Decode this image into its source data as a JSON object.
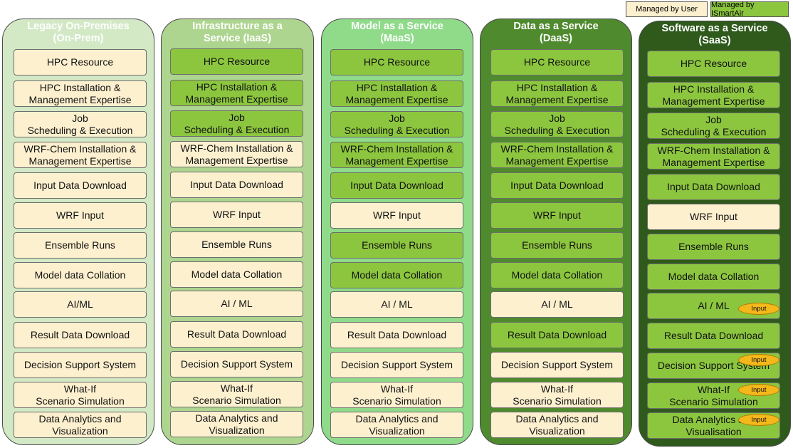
{
  "legend": [
    {
      "label": "Managed by User",
      "color": "#fdf0cf"
    },
    {
      "label": "Managed by ISmartAir",
      "color": "#8cc63f"
    }
  ],
  "columns": [
    {
      "title": "Legacy On-Premises\n(On-Prem)",
      "bg": "#d3e9c6",
      "title_color": "#ffffff",
      "cells": [
        {
          "label": "HPC Resource",
          "owner": "user"
        },
        {
          "label": "HPC Installation &\nManagement Expertise",
          "owner": "user"
        },
        {
          "label": "Job\nScheduling & Execution",
          "owner": "user"
        },
        {
          "label": "WRF-Chem Installation &\nManagement Expertise",
          "owner": "user"
        },
        {
          "label": "Input Data Download",
          "owner": "user"
        },
        {
          "label": "WRF Input",
          "owner": "user"
        },
        {
          "label": "Ensemble Runs",
          "owner": "user"
        },
        {
          "label": "Model data Collation",
          "owner": "user"
        },
        {
          "label": "AI/ML",
          "owner": "user"
        },
        {
          "label": "Result Data Download",
          "owner": "user"
        },
        {
          "label": "Decision Support System",
          "owner": "user"
        },
        {
          "label": "What-If\nScenario Simulation",
          "owner": "user"
        },
        {
          "label": "Data Analytics and\nVisualization",
          "owner": "user"
        }
      ]
    },
    {
      "title": "Infrastructure as a\nService (IaaS)",
      "bg": "#add58f",
      "title_color": "#ffffff",
      "cells": [
        {
          "label": "HPC Resource",
          "owner": "ismartair"
        },
        {
          "label": "HPC Installation &\nManagement Expertise",
          "owner": "ismartair"
        },
        {
          "label": "Job\nScheduling & Execution",
          "owner": "ismartair"
        },
        {
          "label": "WRF-Chem Installation &\nManagement Expertise",
          "owner": "user"
        },
        {
          "label": "Input Data Download",
          "owner": "user"
        },
        {
          "label": "WRF Input",
          "owner": "user"
        },
        {
          "label": "Ensemble Runs",
          "owner": "user"
        },
        {
          "label": "Model data Collation",
          "owner": "user"
        },
        {
          "label": "AI / ML",
          "owner": "user"
        },
        {
          "label": "Result Data Download",
          "owner": "user"
        },
        {
          "label": "Decision Support System",
          "owner": "user"
        },
        {
          "label": "What-If\nScenario Simulation",
          "owner": "user"
        },
        {
          "label": "Data Analytics and\nVisualization",
          "owner": "user"
        }
      ]
    },
    {
      "title": "Model as a Service\n(MaaS)",
      "bg": "#8fdb8a",
      "title_color": "#ffffff",
      "cells": [
        {
          "label": "HPC Resource",
          "owner": "ismartair"
        },
        {
          "label": "HPC Installation &\nManagement Expertise",
          "owner": "ismartair"
        },
        {
          "label": "Job\nScheduling & Execution",
          "owner": "ismartair"
        },
        {
          "label": "WRF-Chem Installation &\nManagement Expertise",
          "owner": "ismartair"
        },
        {
          "label": "Input Data Download",
          "owner": "ismartair"
        },
        {
          "label": "WRF Input",
          "owner": "user"
        },
        {
          "label": "Ensemble Runs",
          "owner": "ismartair"
        },
        {
          "label": "Model data Collation",
          "owner": "ismartair"
        },
        {
          "label": "AI / ML",
          "owner": "user"
        },
        {
          "label": "Result Data Download",
          "owner": "user"
        },
        {
          "label": "Decision Support System",
          "owner": "user"
        },
        {
          "label": "What-If\nScenario Simulation",
          "owner": "user"
        },
        {
          "label": "Data Analytics and\nVisualization",
          "owner": "user"
        }
      ]
    },
    {
      "title": "Data as a Service\n(DaaS)",
      "bg": "#4f8a2e",
      "title_color": "#ffffff",
      "cells": [
        {
          "label": "HPC Resource",
          "owner": "ismartair"
        },
        {
          "label": "HPC Installation &\nManagement Expertise",
          "owner": "ismartair"
        },
        {
          "label": "Job\nScheduling & Execution",
          "owner": "ismartair"
        },
        {
          "label": "WRF-Chem Installation &\nManagement Expertise",
          "owner": "ismartair"
        },
        {
          "label": "Input Data Download",
          "owner": "ismartair"
        },
        {
          "label": "WRF Input",
          "owner": "ismartair"
        },
        {
          "label": "Ensemble Runs",
          "owner": "ismartair"
        },
        {
          "label": "Model data Collation",
          "owner": "ismartair"
        },
        {
          "label": "AI / ML",
          "owner": "user"
        },
        {
          "label": "Result Data Download",
          "owner": "ismartair"
        },
        {
          "label": "Decision Support System",
          "owner": "user"
        },
        {
          "label": "What-If\nScenario Simulation",
          "owner": "user"
        },
        {
          "label": "Data Analytics and\nVisualization",
          "owner": "user"
        }
      ]
    },
    {
      "title": "Software as a Service\n(SaaS)",
      "bg": "#2f5a1c",
      "title_color": "#ffffff",
      "cells": [
        {
          "label": "HPC Resource",
          "owner": "ismartair"
        },
        {
          "label": "HPC Installation &\nManagement Expertise",
          "owner": "ismartair"
        },
        {
          "label": "Job\nScheduling & Execution",
          "owner": "ismartair"
        },
        {
          "label": "WRF-Chem Installation &\nManagement Expertise",
          "owner": "ismartair"
        },
        {
          "label": "Input Data Download",
          "owner": "ismartair"
        },
        {
          "label": "WRF Input",
          "owner": "user"
        },
        {
          "label": "Ensemble Runs",
          "owner": "ismartair"
        },
        {
          "label": "Model data Collation",
          "owner": "ismartair"
        },
        {
          "label": "AI / ML",
          "owner": "ismartair",
          "badge": "Input"
        },
        {
          "label": "Result Data Download",
          "owner": "ismartair"
        },
        {
          "label": "Decision Support System",
          "owner": "ismartair",
          "badge": "Input"
        },
        {
          "label": "What-If\nScenario Simulation",
          "owner": "ismartair",
          "badge": "Input"
        },
        {
          "label": "Data Analytics and\nVisualisation",
          "owner": "ismartair",
          "badge": "Input"
        }
      ]
    }
  ]
}
